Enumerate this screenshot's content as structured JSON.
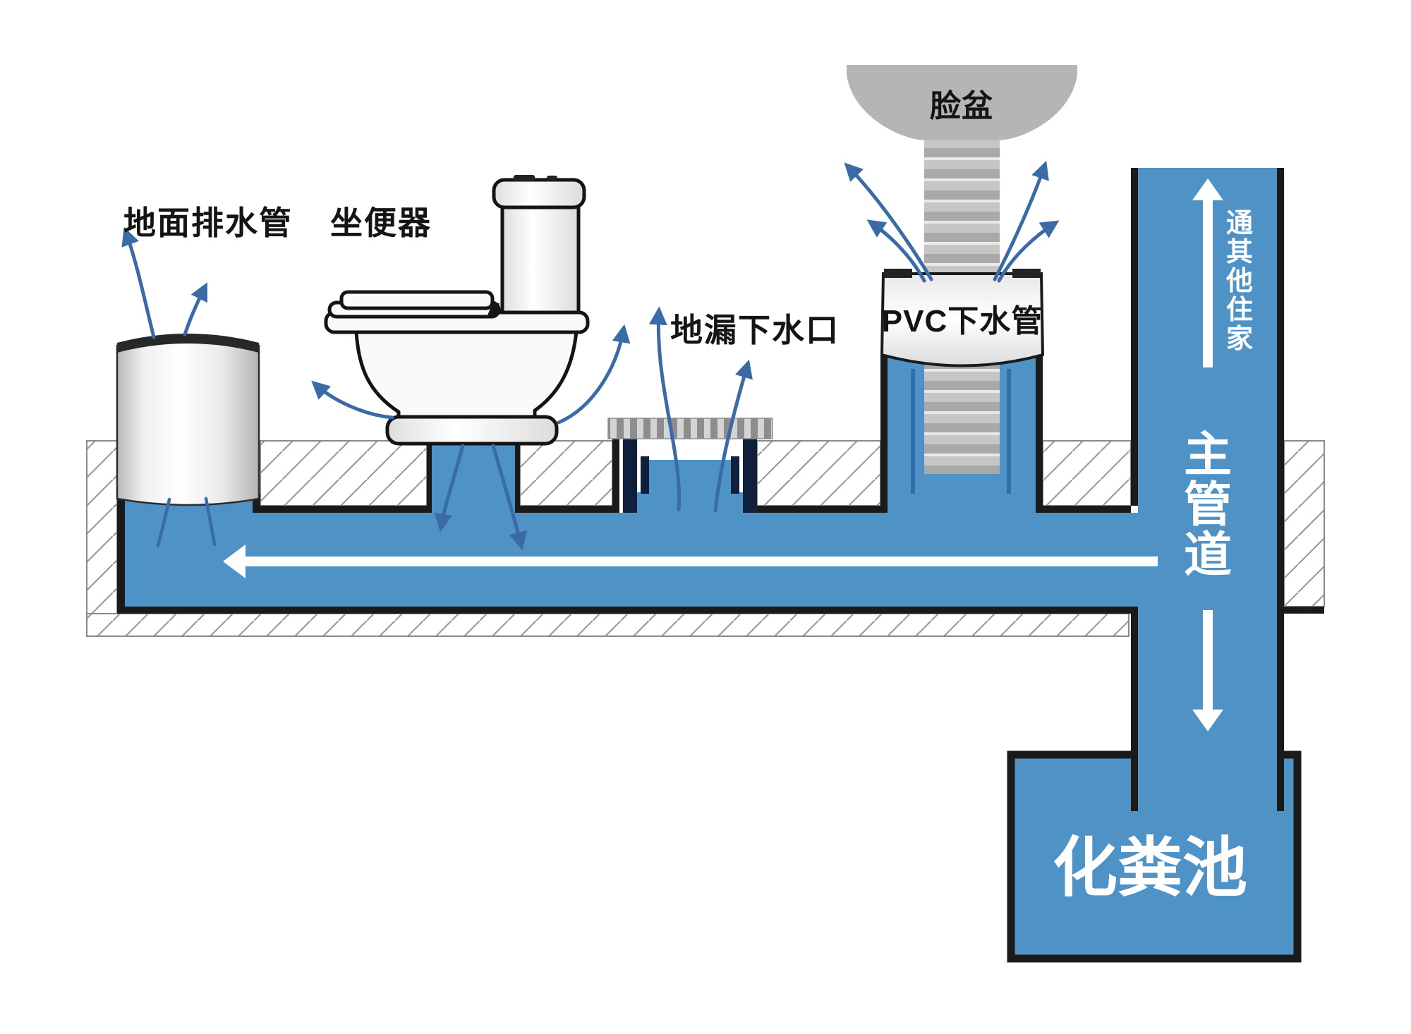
{
  "diagram": {
    "labels": {
      "floor_drain_pipe": "地面排水管",
      "toilet": "坐便器",
      "floor_drain_inlet": "地漏下水口",
      "basin": "脸盆",
      "pvc_drain_pipe": "PVC下水管",
      "to_other_homes": "通其他住家",
      "main_pipe": "主管道",
      "septic_tank": "化粪池"
    },
    "colors": {
      "water_blue": "#4f92c6",
      "flow_arrow_blue": "#3a6ba6",
      "outline_black": "#1a1a1a",
      "trap_navy": "#101f3c",
      "fixture_gray": "#b5b5b5",
      "hatch_line_gray": "#9b9b9b",
      "label_black": "#141414",
      "arrow_white": "#ffffff"
    }
  }
}
